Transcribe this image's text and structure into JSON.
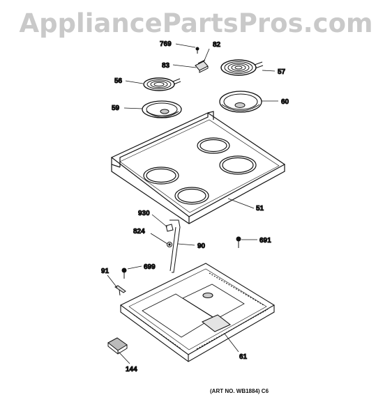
{
  "watermark": "AppliancePartsPros.com",
  "art_number": "(ART NO. WB1884) C6",
  "callouts": {
    "p769": "769",
    "p82": "82",
    "p83": "83",
    "p57": "57",
    "p56": "56",
    "p60": "60",
    "p59": "59",
    "p51": "51",
    "p930": "930",
    "p824": "824",
    "p90": "90",
    "p691": "691",
    "p91": "91",
    "p699": "699",
    "p61": "61",
    "p144": "144"
  }
}
